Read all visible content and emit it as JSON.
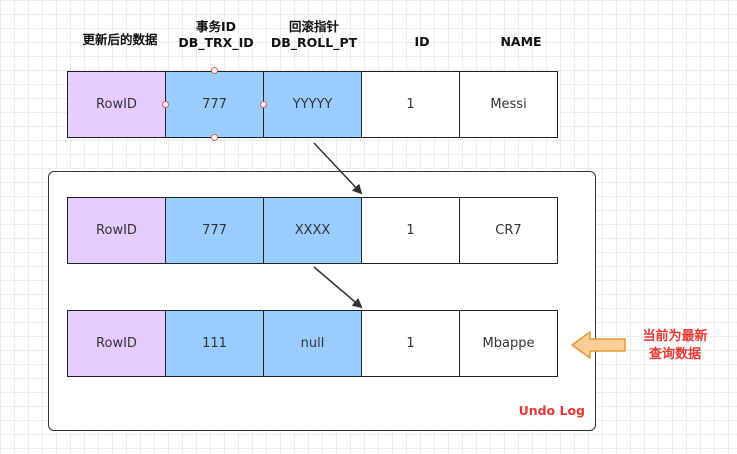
{
  "headers": {
    "col0": "更新后的数据",
    "col1_line1": "事务ID",
    "col1_line2": "DB_TRX_ID",
    "col2_line1": "回滚指针",
    "col2_line2": "DB_ROLL_PT",
    "col3": "ID",
    "col4": "NAME"
  },
  "current_row": [
    "RowID",
    "777",
    "YYYYY",
    "1",
    "Messi"
  ],
  "undo_log": {
    "label": "Undo Log",
    "rows": [
      [
        "RowID",
        "777",
        "XXXX",
        "1",
        "CR7"
      ],
      [
        "RowID",
        "111",
        "null",
        "1",
        "Mbappe"
      ]
    ]
  },
  "note": {
    "line1": "当前为最新",
    "line2": "查询数据"
  },
  "colors": {
    "rowid_cell": "#e5ccff",
    "trx_cell": "#99ccff",
    "note_text": "#e53935",
    "note_arrow": "#ffcc99",
    "note_arrow_border": "#e69a2e"
  }
}
